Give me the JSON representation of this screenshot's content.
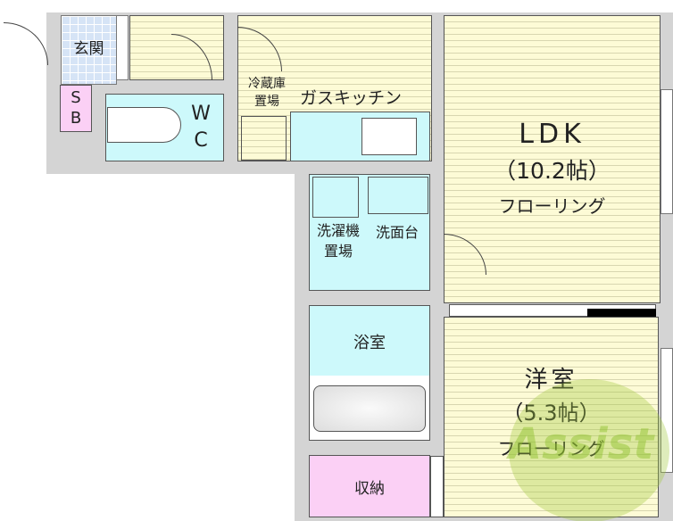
{
  "rooms": {
    "genkan": "玄関",
    "sb_s": "S",
    "sb_b": "B",
    "wc_w": "W",
    "wc_c": "C",
    "fridge_1": "冷蔵庫",
    "fridge_2": "置場",
    "kitchen": "ガスキッチン",
    "ldk": "LDK",
    "ldk_size": "（10.2帖）",
    "ldk_floor": "フローリング",
    "washer_1": "洗濯機",
    "washer_2": "置場",
    "washbasin": "洗面台",
    "bath": "浴室",
    "western": "洋室",
    "western_size": "（5.3帖）",
    "western_floor": "フローリング",
    "storage": "収納"
  },
  "watermark": "Assist",
  "colors": {
    "floor": "#fdfbd6",
    "wet": "#cdf9fb",
    "storage": "#fbd0f5",
    "wall": "#d4d4d4"
  }
}
